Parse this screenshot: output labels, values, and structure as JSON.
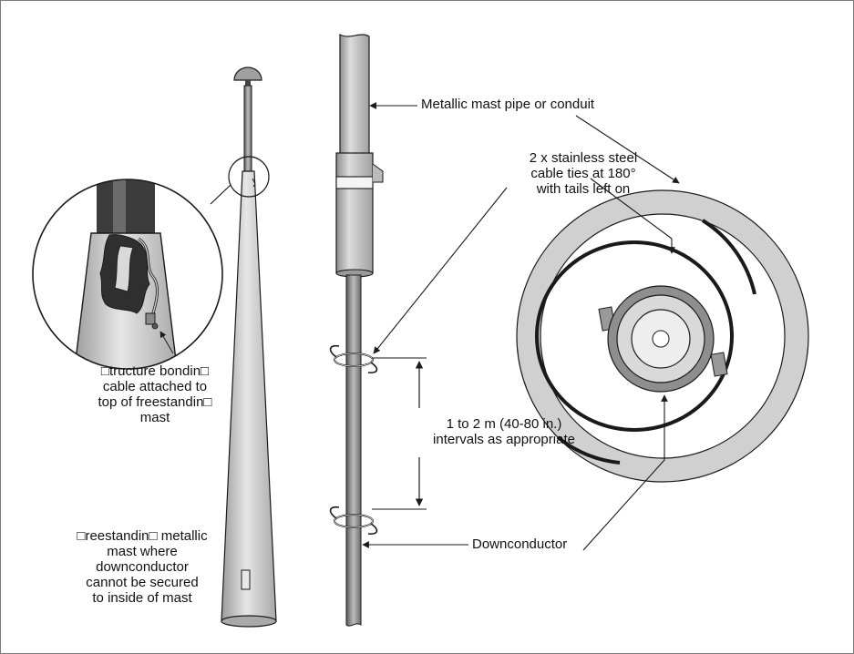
{
  "labels": {
    "mast_pipe": "Metallic mast pipe or conduit",
    "cable_ties": "2 x stainless steel\ncable ties at 180°\nwith tails left on",
    "intervals": "1 to 2 m (40-80 in.)\nintervals as appropriate",
    "downconductor": "Downconductor",
    "structure_bonding": "□tructure bondin□\ncable attached to\ntop of freestandin□\nmast",
    "freestanding_mast": "□reestandin□ metallic\nmast where\ndownconductor\ncannot be secured\nto inside of mast"
  },
  "colors": {
    "line": "#1a1a1a",
    "steel": "#b9b9b9",
    "steel_light": "#e2e2e2",
    "steel_dark": "#7d7d7d",
    "ring": "#cfcfcf"
  }
}
